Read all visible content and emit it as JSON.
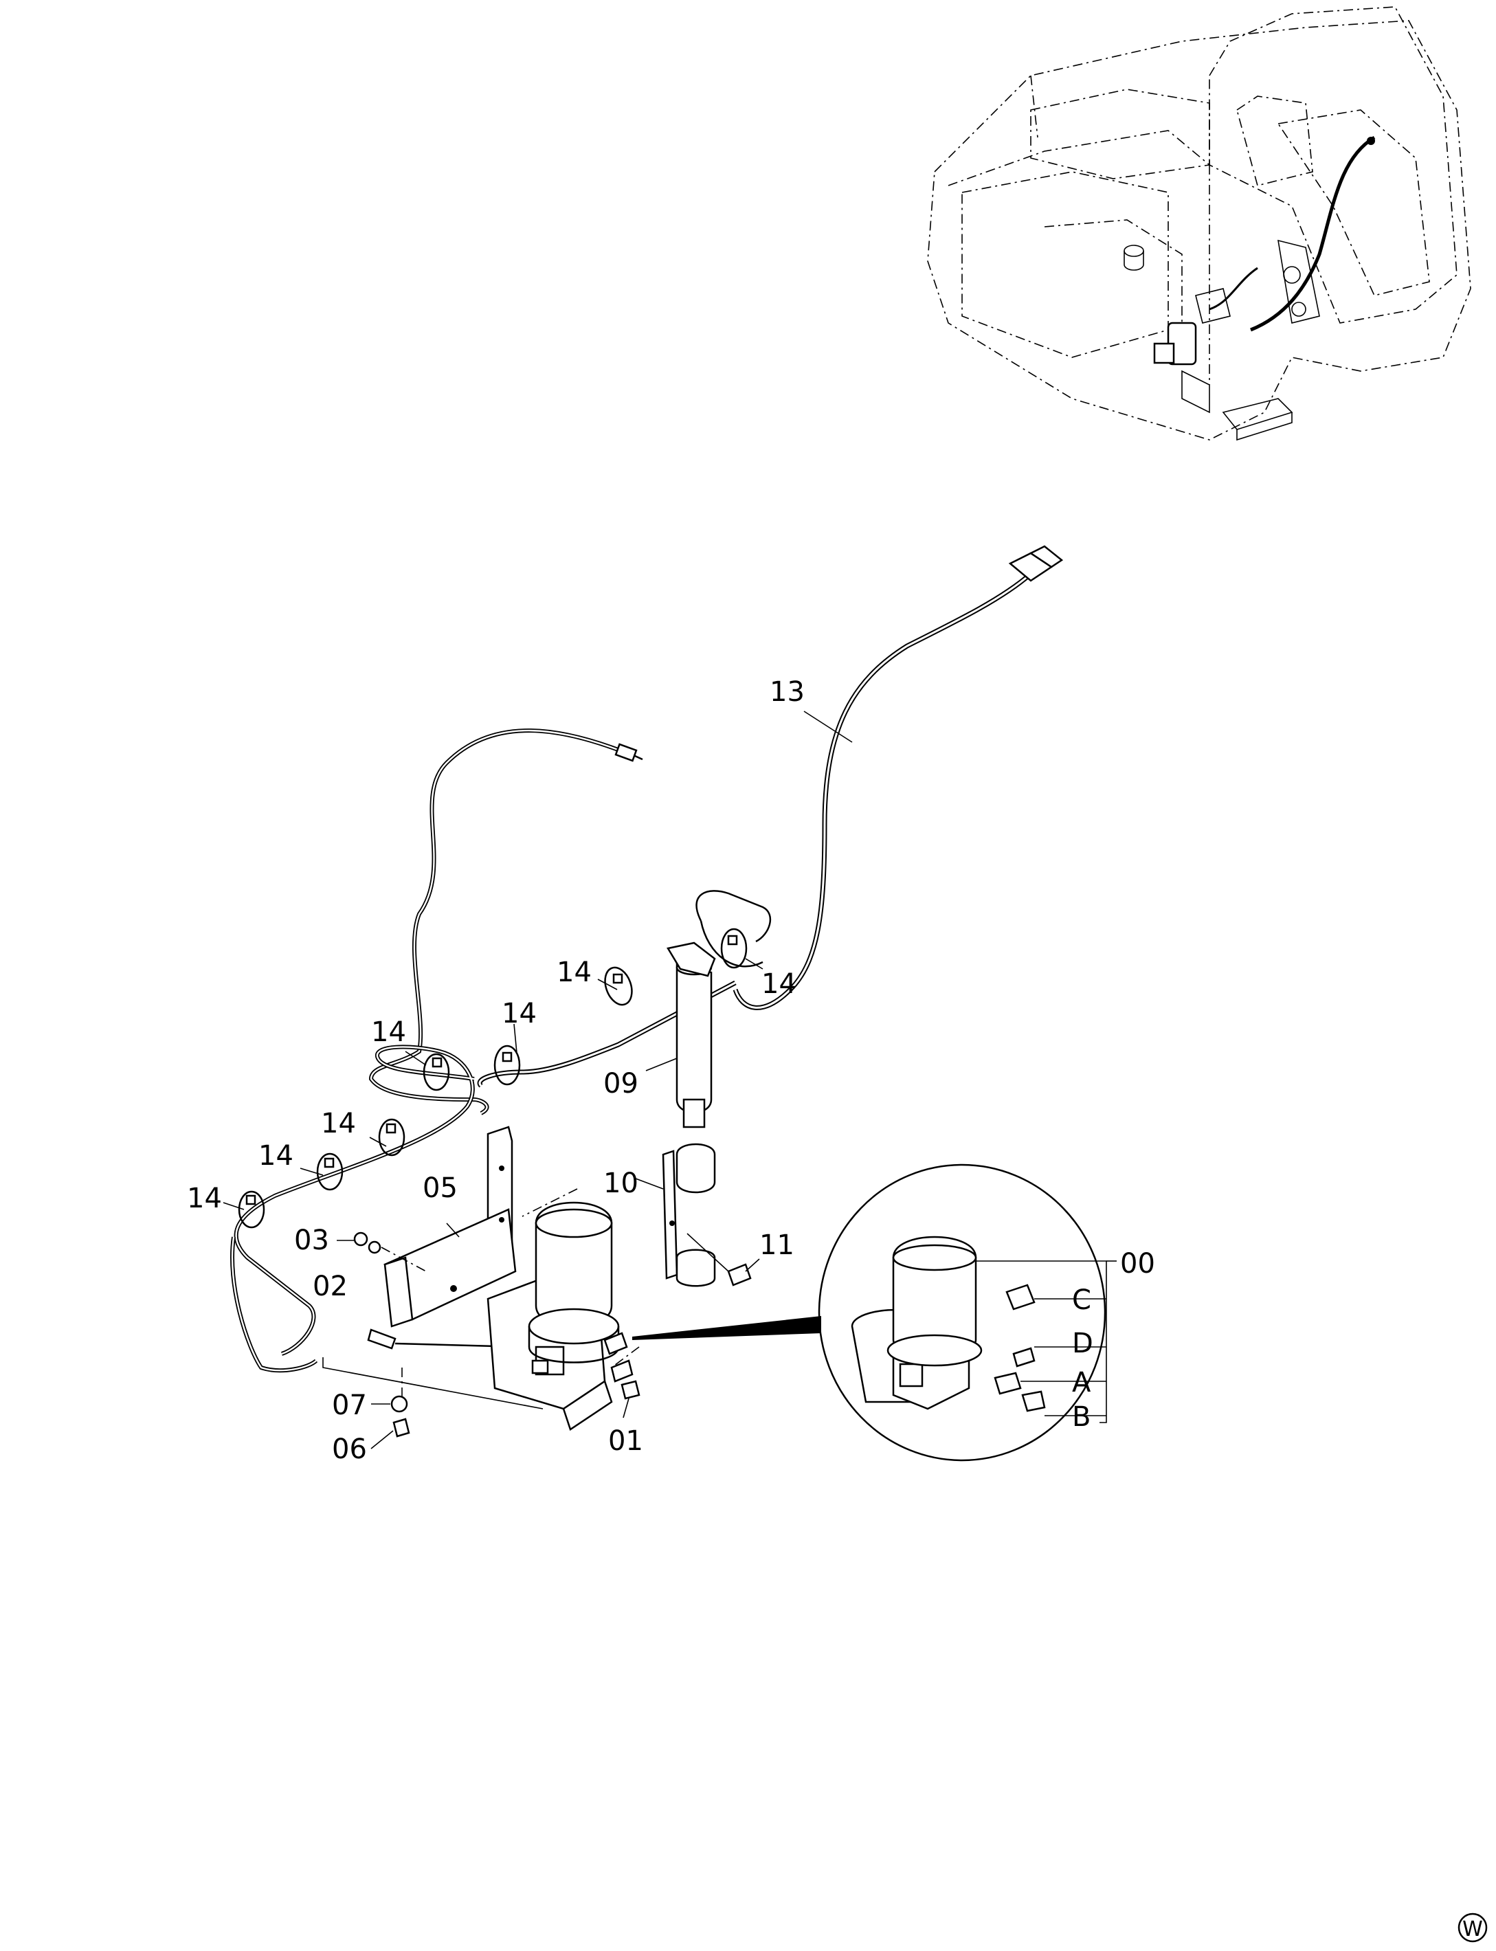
{
  "callouts": {
    "c00": "00",
    "cC": "C",
    "cD": "D",
    "cA": "A",
    "cB": "B",
    "c01": "01",
    "c02": "02",
    "c03": "03",
    "c05": "05",
    "c06": "06",
    "c07": "07",
    "c09": "09",
    "c10": "10",
    "c11": "11",
    "c13": "13",
    "c14a": "14",
    "c14b": "14",
    "c14c": "14",
    "c14d": "14",
    "c14e": "14",
    "c14f": "14",
    "c14g": "14"
  },
  "corner_mark": "W"
}
